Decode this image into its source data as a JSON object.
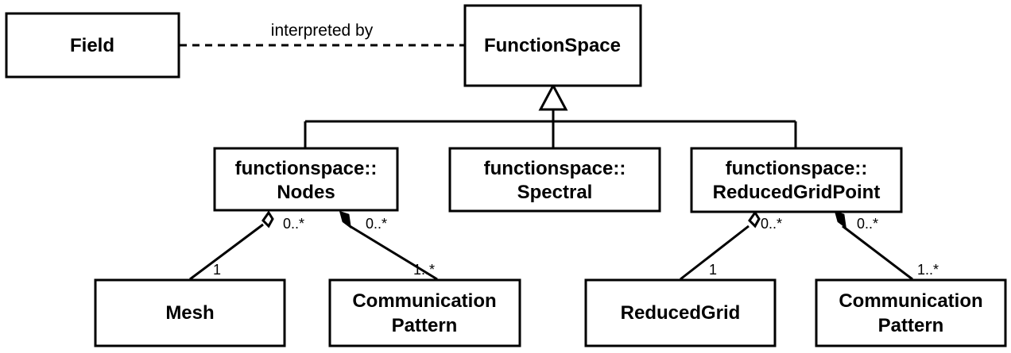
{
  "boxes": {
    "field": "Field",
    "function_space": "FunctionSpace",
    "nodes": [
      "functionspace::",
      "Nodes"
    ],
    "spectral": [
      "functionspace::",
      "Spectral"
    ],
    "reduced_grid_point": [
      "functionspace::",
      "ReducedGridPoint"
    ],
    "mesh": "Mesh",
    "comm_pattern_left": [
      "Communication",
      "Pattern"
    ],
    "reduced_grid": "ReducedGrid",
    "comm_pattern_right": [
      "Communication",
      "Pattern"
    ]
  },
  "edges": {
    "interpreted_by": "interpreted by"
  },
  "multiplicities": {
    "nodes_mesh_top": "0..*",
    "nodes_mesh_bottom": "1",
    "nodes_comm_top": "0..*",
    "nodes_comm_bottom": "1..*",
    "rgp_grid_top": "0..*",
    "rgp_grid_bottom": "1",
    "rgp_comm_top": "0..*",
    "rgp_comm_bottom": "1..*"
  }
}
